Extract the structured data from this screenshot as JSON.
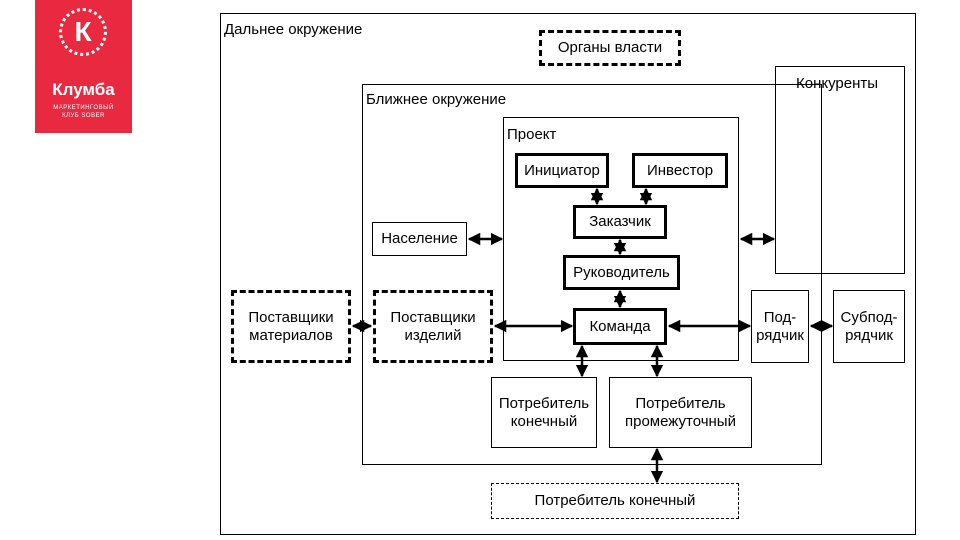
{
  "logo": {
    "name": "Клумба",
    "subtitle_line1": "МАРКЕТИНГОВЫЙ",
    "subtitle_line2": "КЛУБ SOBER",
    "letter": "К"
  },
  "diagram": {
    "far_environment": "Дальнее окружение",
    "authorities": "Органы власти",
    "near_environment": "Ближнее окружение",
    "competitors": "Конкуренты",
    "project": "Проект",
    "initiator": "Инициатор",
    "investor": "Инвестор",
    "customer": "Заказчик",
    "manager": "Руководитель",
    "team": "Команда",
    "population": "Население",
    "material_suppliers_1": "Поставщики",
    "material_suppliers_2": "материалов",
    "product_suppliers_1": "Поставщики",
    "product_suppliers_2": "изделий",
    "contractor_1": "Под-",
    "contractor_2": "рядчик",
    "subcontractor_1": "Субпод-",
    "subcontractor_2": "рядчик",
    "end_consumer_1": "Потребитель",
    "end_consumer_2": "конечный",
    "intermediate_consumer_1": "Потребитель",
    "intermediate_consumer_2": "промежуточный",
    "end_consumer_outer": "Потребитель конечный"
  }
}
